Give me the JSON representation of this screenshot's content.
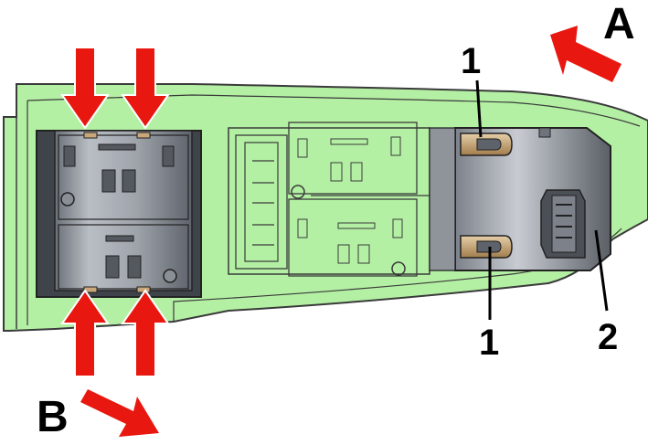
{
  "labels": {
    "direction_a": "A",
    "direction_b": "B",
    "callout_1_top": "1",
    "callout_1_bottom": "1",
    "callout_2": "2"
  },
  "colors": {
    "panel_green": "#b4f0a4",
    "panel_outline": "#3a3a3a",
    "arrow_red": "#e8170f",
    "switch_gray": "#9aa0a8",
    "switch_dark": "#6f747c",
    "clip_tan": "#c9a77a"
  }
}
